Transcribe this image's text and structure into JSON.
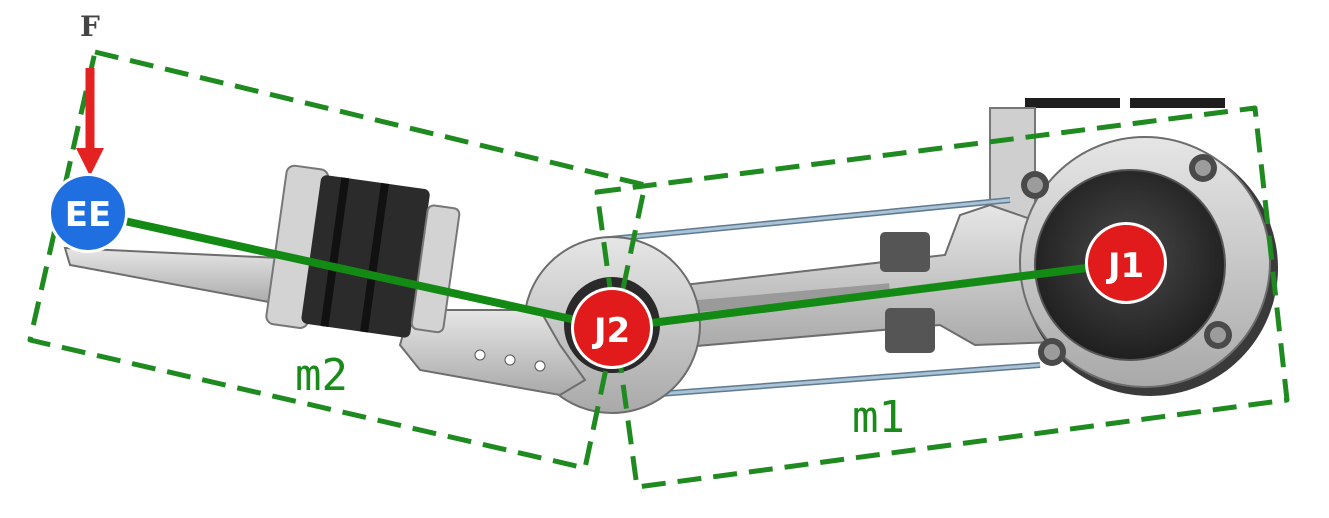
{
  "force": {
    "label": "F",
    "color": "#e52222"
  },
  "joints": {
    "end_effector": {
      "label": "EE",
      "color": "#1f6fe0"
    },
    "j1": {
      "label": "J1",
      "color": "#e11b1b"
    },
    "j2": {
      "label": "J2",
      "color": "#e11b1b"
    }
  },
  "links": {
    "color": "#138a13",
    "m1": {
      "label": "m1"
    },
    "m2": {
      "label": "m2"
    }
  },
  "colors": {
    "outline": "#1f8a1f",
    "metal": "#c8c8c8",
    "metal_dark": "#8e8e8e",
    "motor": "#2c2c2c",
    "cable": "#9db4c8"
  }
}
